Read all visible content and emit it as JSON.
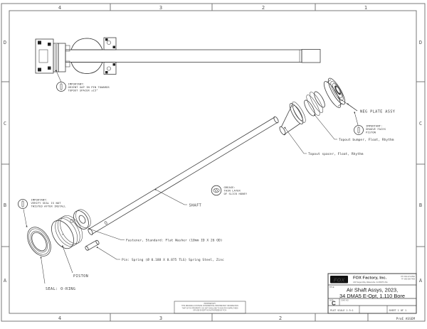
{
  "sheet": {
    "zones": {
      "columns": [
        "4",
        "3",
        "2",
        "1"
      ],
      "rows": [
        "D",
        "C",
        "B",
        "A"
      ]
    },
    "callouts": {
      "orient_gap": {
        "lines": [
          "IMPORTANT:",
          "ORIENT GAP IN PIN TOWARDS",
          "TOPOUT SPACER ±15°"
        ]
      },
      "verify_seal": {
        "lines": [
          "IMPORTANT:",
          "VERIFY SEAL IS NOT",
          "TWISTED AFTER INSTALL"
        ]
      },
      "groove_faces": {
        "lines": [
          "IMPORTANT:",
          "GROOVE FACES",
          "PISTON"
        ]
      },
      "grease": {
        "lines": [
          "GREASE:",
          "THIN LAYER",
          "OF SLICK HONEY"
        ]
      },
      "neg_plate": "NEG PLATE ASSY",
      "topout_bumper": "Topout bumper, Float, Rhythm",
      "topout_spacer": "Topout spacer, Float, Rhythm",
      "shaft": "SHAFT",
      "fastener": "Fastener, Standard: Flat Washer (10mm ID X 26 OD)",
      "pin": "Pin: Spring (Ø 0.188 X 0.875 TLG) Spring Steel, Zinc",
      "piston": "PISTON",
      "seal": "SEAL: O-RING"
    },
    "proprietary": {
      "lines": [
        "PROPRIETARY:",
        "THIS DRAWING CONTAINS CONFIDENTIAL PROPRIETARY INFORMATION",
        "THAT IS FOX PROPERTY. DO NOT DISCLOSE TO NON-FOX EMPLOYEES",
        "OR USE EXCEPT AS AUTHORIZED BY FOX."
      ]
    },
    "title_block": {
      "logo_text": "FOX",
      "company": "FOX Factory, Inc.",
      "address": "130 Hangar Way, Watsonville, CA 95076 USA",
      "phone": "PH: 831-274-6500",
      "toll_free": "TF: 800-369-7469",
      "title_label": "TITLE",
      "title_line1": "Air Shaft Assys, 2023,",
      "title_line2": "34 DMA5 E-Opt, 1.110 Bore",
      "size_label": "SIZE",
      "size_value": "C",
      "dwg_label": "DWG NO.",
      "plot_scale": "PLOT SCALE 1.3:1",
      "sheet_info": "SHEET 1 OF 1",
      "footer_note": "ProE ASSEM"
    },
    "colors": {
      "line": "#3c3c3c",
      "logo_black": "#111111"
    }
  }
}
